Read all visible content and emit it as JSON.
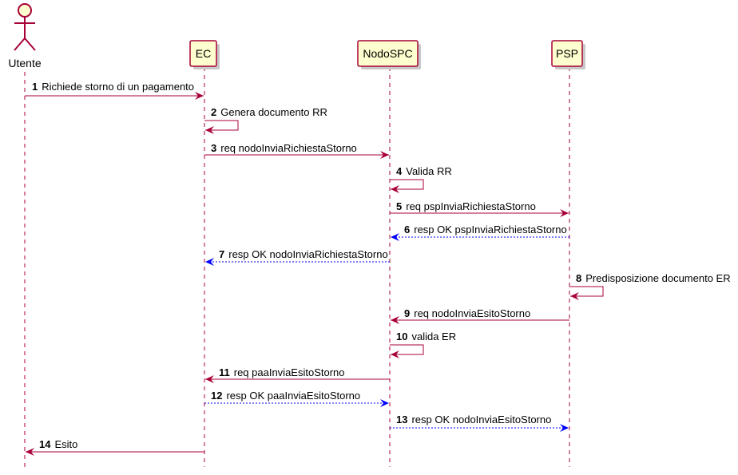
{
  "participants": [
    {
      "id": "utente",
      "label": "Utente",
      "kind": "actor"
    },
    {
      "id": "ec",
      "label": "EC",
      "kind": "participant"
    },
    {
      "id": "nodo",
      "label": "NodoSPC",
      "kind": "participant"
    },
    {
      "id": "psp",
      "label": "PSP",
      "kind": "participant"
    }
  ],
  "messages": [
    {
      "num": "1",
      "text": "Richiede storno di un pagamento",
      "from": "utente",
      "to": "ec",
      "style": "solid",
      "color": "#a80036"
    },
    {
      "num": "2",
      "text": "Genera documento RR",
      "from": "ec",
      "to": "ec",
      "style": "solid",
      "color": "#a80036"
    },
    {
      "num": "3",
      "text": "req nodoInviaRichiestaStorno",
      "from": "ec",
      "to": "nodo",
      "style": "solid",
      "color": "#a80036"
    },
    {
      "num": "4",
      "text": "Valida RR",
      "from": "nodo",
      "to": "nodo",
      "style": "solid",
      "color": "#a80036"
    },
    {
      "num": "5",
      "text": "req pspInviaRichiestaStorno",
      "from": "nodo",
      "to": "psp",
      "style": "solid",
      "color": "#a80036"
    },
    {
      "num": "6",
      "text": "resp OK pspInviaRichiestaStorno",
      "from": "psp",
      "to": "nodo",
      "style": "dashed",
      "color": "#0000ff"
    },
    {
      "num": "7",
      "text": "resp OK nodoInviaRichiestaStorno",
      "from": "nodo",
      "to": "ec",
      "style": "dashed",
      "color": "#0000ff"
    },
    {
      "num": "8",
      "text": "Predisposizione documento ER",
      "from": "psp",
      "to": "psp",
      "style": "solid",
      "color": "#a80036"
    },
    {
      "num": "9",
      "text": "req nodoInviaEsitoStorno",
      "from": "psp",
      "to": "nodo",
      "style": "solid",
      "color": "#a80036"
    },
    {
      "num": "10",
      "text": "valida ER",
      "from": "nodo",
      "to": "nodo",
      "style": "solid",
      "color": "#a80036"
    },
    {
      "num": "11",
      "text": "req paaInviaEsitoStorno",
      "from": "nodo",
      "to": "ec",
      "style": "solid",
      "color": "#a80036"
    },
    {
      "num": "12",
      "text": "resp OK paaInviaEsitoStorno",
      "from": "ec",
      "to": "nodo",
      "style": "dashed",
      "color": "#0000ff"
    },
    {
      "num": "13",
      "text": "resp OK nodoInviaEsitoStorno",
      "from": "nodo",
      "to": "psp",
      "style": "dashed",
      "color": "#0000ff"
    },
    {
      "num": "14",
      "text": "Esito",
      "from": "ec",
      "to": "utente",
      "style": "solid",
      "color": "#a80036"
    }
  ],
  "colors": {
    "box_fill": "#fefece",
    "border": "#a80036",
    "arrow_solid": "#a80036",
    "arrow_reply": "#0000ff"
  }
}
